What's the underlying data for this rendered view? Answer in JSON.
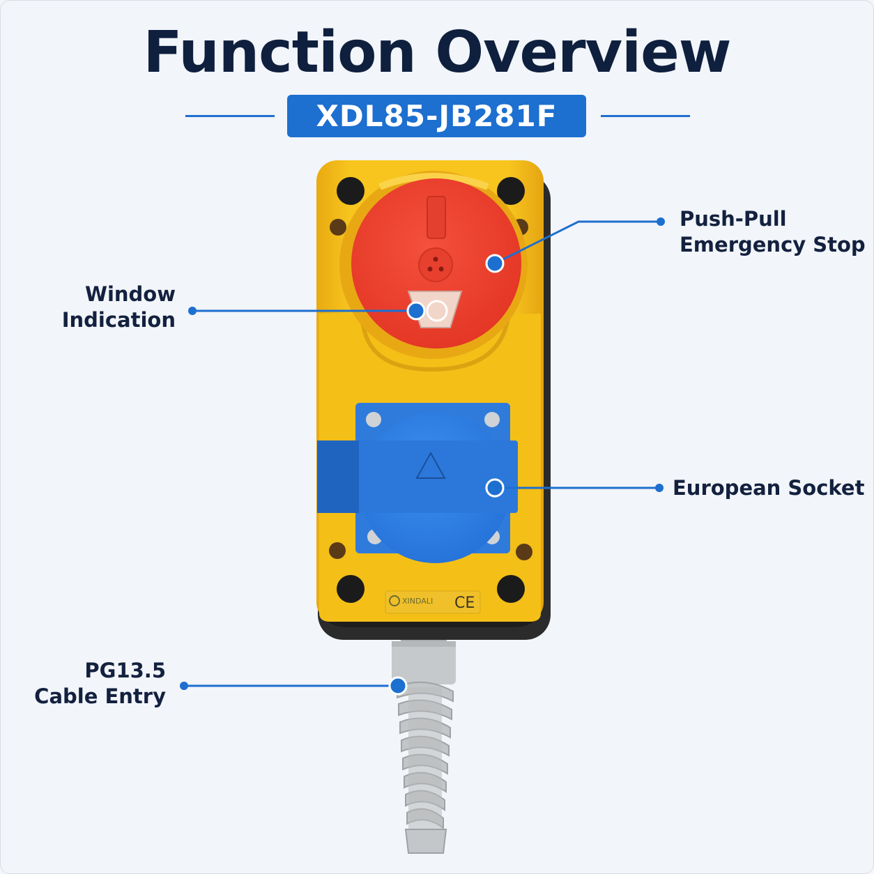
{
  "title": "Function Overview",
  "model": "XDL85-JB281F",
  "product": {
    "brand_mark": "XINDALI",
    "cert_mark": "CE"
  },
  "callouts": {
    "push_pull": {
      "line1": "Push-Pull",
      "line2": "Emergency Stop"
    },
    "window": {
      "line1": "Window",
      "line2": "Indication"
    },
    "socket": {
      "line1": "European Socket"
    },
    "cable": {
      "line1": "PG13.5",
      "line2": "Cable Entry"
    }
  },
  "colors": {
    "accent": "#1d6fd0",
    "title": "#0f1f3e",
    "housing": "#f5c21a",
    "stop_button": "#ee3b2b",
    "socket": "#2f7fe0",
    "gland": "#bfc2c4"
  }
}
